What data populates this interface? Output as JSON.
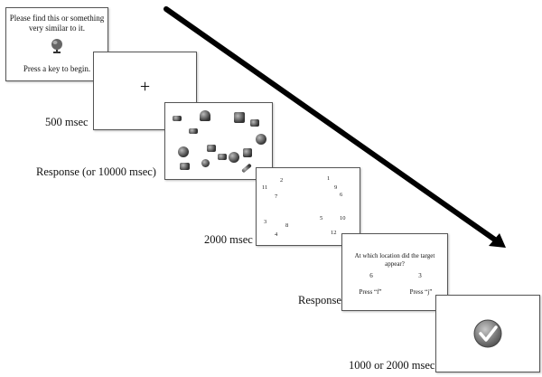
{
  "instruction_panel": {
    "line1": "Please find this or something",
    "line2": "very similar to it.",
    "line3": "Press a key to begin.",
    "icon": "globe-icon"
  },
  "fixation_panel": {
    "symbol": "+"
  },
  "search_panel": {
    "objects": [
      "gun-icon",
      "headphones-icon",
      "cube-icon",
      "stamp-icon",
      "wrench-icon",
      "plant-icon",
      "apple-icon",
      "purse-icon",
      "letter-icon",
      "pepper-icon",
      "book-icon",
      "shoe-icon",
      "whistle-icon",
      "knife-icon"
    ]
  },
  "location_panel": {
    "numbers": [
      "1",
      "2",
      "3",
      "4",
      "5",
      "6",
      "7",
      "8",
      "9",
      "10",
      "11",
      "12"
    ]
  },
  "question_panel": {
    "question_line1": "At which location did the target",
    "question_line2": "appear?",
    "option_left_num": "6",
    "option_right_num": "3",
    "option_left_key": "Press “f”",
    "option_right_key": "Press “j”"
  },
  "feedback_panel": {
    "icon": "checkmark-icon"
  },
  "timings": {
    "t1": "500 msec",
    "t2": "Response (or 10000 msec)",
    "t3": "2000 msec",
    "t4": "Response",
    "t5": "1000 or 2000 msec"
  },
  "colors": {
    "arrow": "#000000",
    "panel_border": "#555555"
  }
}
